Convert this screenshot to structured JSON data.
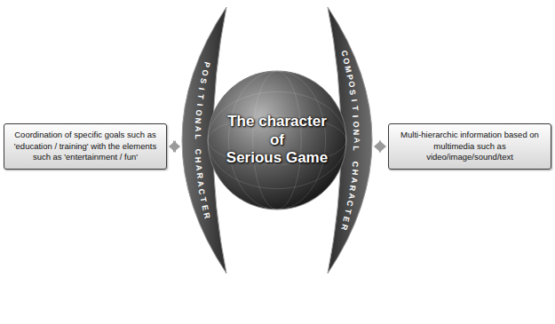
{
  "diagram": {
    "nodes": [
      {
        "text": [
          "Coordination of specific goals such as 'education / training' with the elements such as 'entertainment / fun'"
        ]
      },
      {
        "text": [
          "POSITIONAL CHARACTER"
        ]
      },
      {
        "text": [
          "The character of Serious Game"
        ]
      },
      {
        "text": [
          "COMPOSITIONAL CHARACTER"
        ]
      },
      {
        "text": [
          "Multi-hierarchic information based on multimedia such as video/image/sound/text"
        ]
      }
    ],
    "edges": [
      {
        "from": 0,
        "to": 1,
        "arrow": "both"
      },
      {
        "from": 3,
        "to": 4,
        "arrow": "both"
      }
    ]
  }
}
